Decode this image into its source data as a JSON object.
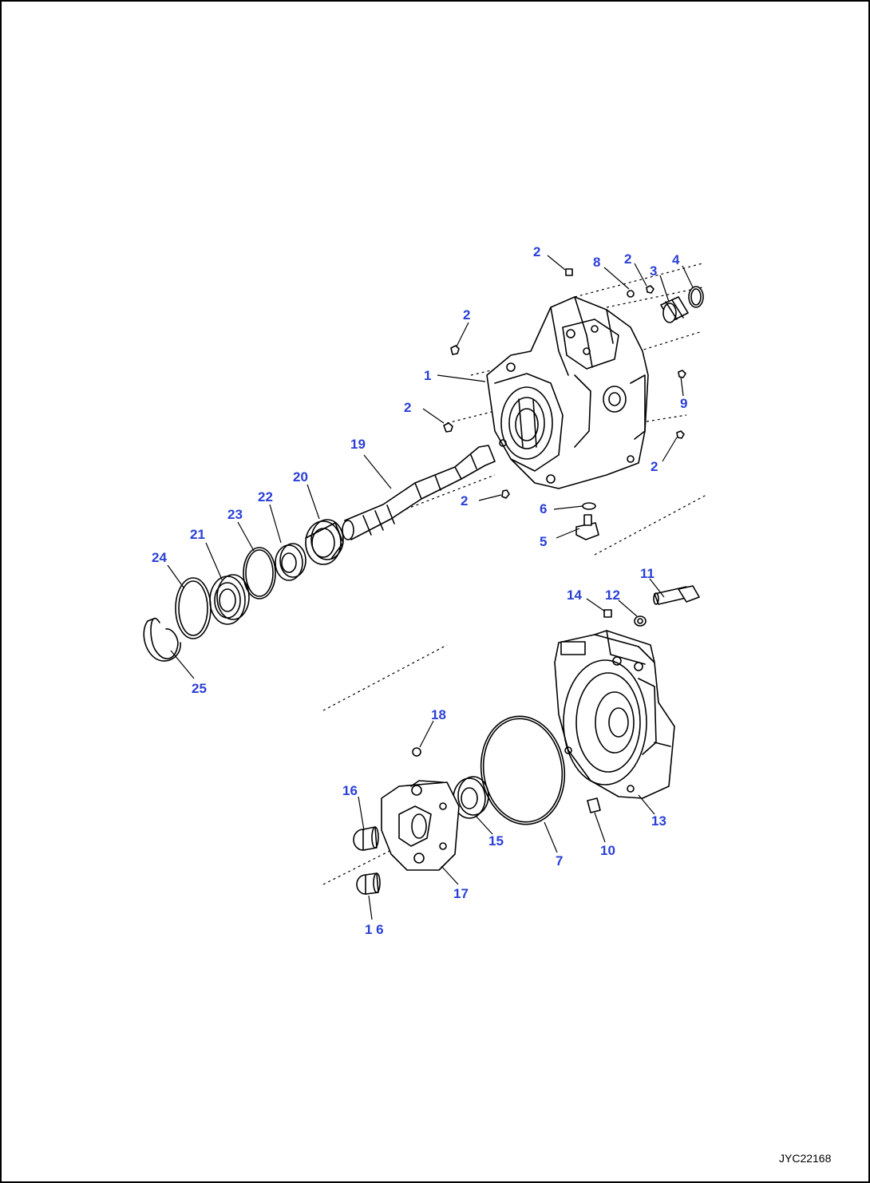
{
  "drawing": {
    "code": "JYC22168"
  },
  "callouts": [
    {
      "id": "c2a",
      "label": "2"
    },
    {
      "id": "c8",
      "label": "8"
    },
    {
      "id": "c2b",
      "label": "2"
    },
    {
      "id": "c3",
      "label": "3"
    },
    {
      "id": "c4",
      "label": "4"
    },
    {
      "id": "c2c",
      "label": "2"
    },
    {
      "id": "c1",
      "label": "1"
    },
    {
      "id": "c9",
      "label": "9"
    },
    {
      "id": "c2d",
      "label": "2"
    },
    {
      "id": "c2e",
      "label": "2"
    },
    {
      "id": "c19",
      "label": "19"
    },
    {
      "id": "c20",
      "label": "20"
    },
    {
      "id": "c22",
      "label": "22"
    },
    {
      "id": "c23",
      "label": "23"
    },
    {
      "id": "c2f",
      "label": "2"
    },
    {
      "id": "c6",
      "label": "6"
    },
    {
      "id": "c5",
      "label": "5"
    },
    {
      "id": "c21",
      "label": "21"
    },
    {
      "id": "c24",
      "label": "24"
    },
    {
      "id": "c11",
      "label": "11"
    },
    {
      "id": "c14",
      "label": "14"
    },
    {
      "id": "c12",
      "label": "12"
    },
    {
      "id": "c25",
      "label": "25"
    },
    {
      "id": "c18",
      "label": "18"
    },
    {
      "id": "c16a",
      "label": "16"
    },
    {
      "id": "c15",
      "label": "15"
    },
    {
      "id": "c7",
      "label": "7"
    },
    {
      "id": "c10",
      "label": "10"
    },
    {
      "id": "c13",
      "label": "13"
    },
    {
      "id": "c17",
      "label": "17"
    },
    {
      "id": "c16b",
      "label": "1 6"
    }
  ]
}
